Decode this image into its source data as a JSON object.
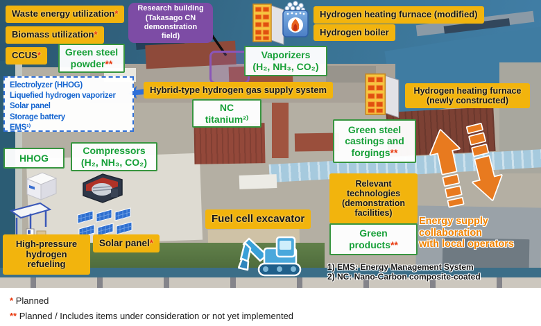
{
  "map": {
    "boxes": {
      "waste_energy": {
        "text": "Waste energy utilization",
        "mark": "*"
      },
      "biomass": {
        "text": "Biomass utilization",
        "mark": "*"
      },
      "ccus": {
        "text": "CCUS",
        "mark": "*"
      },
      "green_steel_powder": {
        "line1": "Green steel",
        "line2": "powder",
        "mark": "**"
      },
      "research_building": {
        "line1": "Research building",
        "line2": "(Takasago CN",
        "line3": "demonstration",
        "line4": "field)"
      },
      "h2_furnace_modified": {
        "text": "Hydrogen heating furnace (modified)"
      },
      "h2_boiler": {
        "text": "Hydrogen boiler"
      },
      "vaporizers": {
        "line1": "Vaporizers",
        "line2": "(H₂, NH₃, CO₂)"
      },
      "hybrid_system": {
        "text": "Hybrid-type hydrogen gas supply system"
      },
      "nc_titanium": {
        "line1": "NC",
        "line2": "titanium²⁾"
      },
      "h2_furnace_new": {
        "line1": "Hydrogen heating furnace",
        "line2": "(newly constructed)"
      },
      "green_steel_castings": {
        "line1": "Green steel",
        "line2": "castings and",
        "line3": "forgings",
        "mark": "**"
      },
      "hhog": {
        "text": "HHOG"
      },
      "compressors": {
        "line1": "Compressors",
        "line2": "(H₂, NH₃, CO₂)"
      },
      "high_pressure": {
        "line1": "High-pressure",
        "line2": "hydrogen",
        "line3": "refueling"
      },
      "solar_panel": {
        "text": "Solar panel",
        "mark": "*"
      },
      "fuel_cell_excavator": {
        "text": "Fuel cell excavator"
      },
      "relevant_tech": {
        "line1": "Relevant",
        "line2": "technologies",
        "line3": "(demonstration",
        "line4": "facilities)"
      },
      "green_products": {
        "line1": "Green",
        "line2": "products",
        "mark": "**"
      }
    },
    "panels": {
      "facilities": {
        "items": [
          "Electrolyzer (HHOG)",
          "Liquefied hydrogen vaporizer",
          "Solar panel",
          "Storage battery",
          "EMS¹⁾"
        ]
      }
    },
    "texts": {
      "energy_supply": {
        "line1": "Energy supply",
        "line2": "collaboration",
        "line3": "with local operators"
      }
    },
    "footnotes": {
      "line1": "1) EMS: Energy Management System",
      "line2": "2) NC: Nano-Carbon composite-coated"
    },
    "icons": {
      "furnace_building": "multi-story hydrogen furnace building",
      "hydrogen_boiler": "blue boiler badge with flame and molecules",
      "hhog_container": "white equipment container",
      "compressor_unit": "compressor machinery",
      "solar_array": "solar panel array",
      "refueling_station": "hydrogen refueling canopy",
      "excavator": "blue fuel cell excavator",
      "up_arrow": "energy flow arrow up",
      "down_arrow": "energy flow arrow down",
      "pointer_arrow": "blue pointer arrow"
    },
    "colors": {
      "label_yellow": "#F2B40D",
      "green": "#17A038",
      "purple": "#7D4CA5",
      "blue_text": "#1565D0",
      "orange_arrow": "#E87A1F",
      "orange_text": "#F08300",
      "red_mark": "#E8380D"
    }
  },
  "legend": {
    "planned": {
      "mark": "*",
      "text": "Planned"
    },
    "planned2": {
      "mark": "**",
      "text": "Planned / Includes items under consideration or not yet implemented"
    }
  }
}
